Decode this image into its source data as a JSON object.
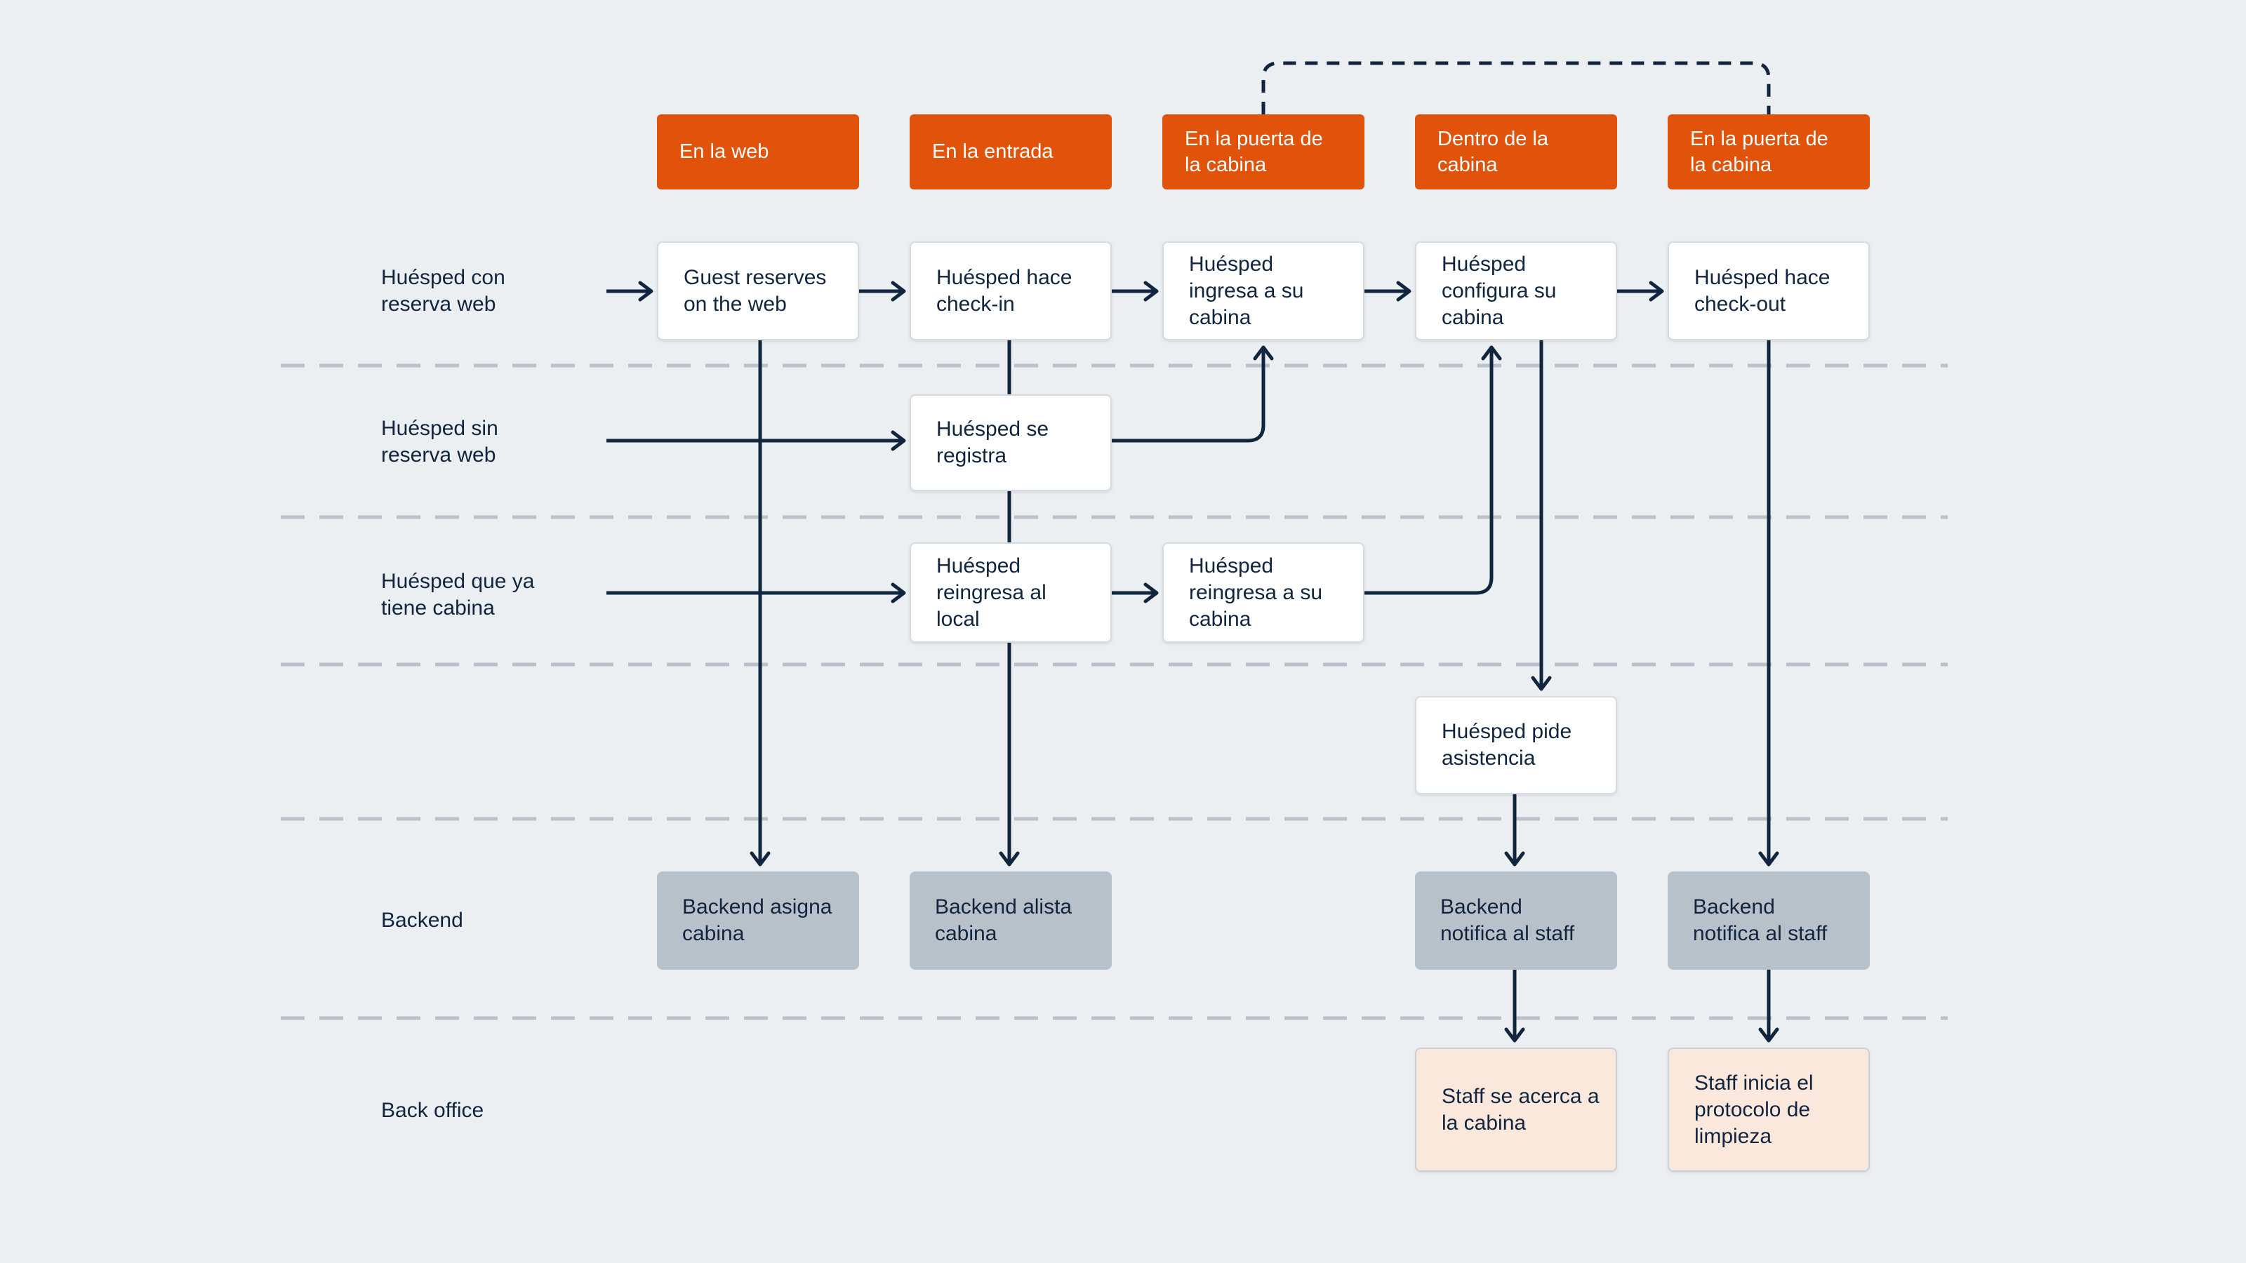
{
  "colors": {
    "background": "#ECEFF1",
    "accent_orange": "#E1530A",
    "navy": "#11253F",
    "backend_gray": "#B8C0C9",
    "backoffice_peach": "#FBE8DC",
    "box_border": "#D6DBE0",
    "backoffice_border": "#C9D0D8",
    "separator_gray": "#BAC1CA",
    "box_white": "#FFFFFF"
  },
  "stage_headers": [
    {
      "label": "En la web"
    },
    {
      "label": "En la entrada"
    },
    {
      "label": "En la puerta de\nla cabina"
    },
    {
      "label": "Dentro de la\ncabina"
    },
    {
      "label": "En la puerta de\nla cabina"
    }
  ],
  "lanes": [
    {
      "label": "Huésped con\nreserva web"
    },
    {
      "label": "Huésped sin\nreserva web"
    },
    {
      "label": "Huésped que ya\ntiene cabina"
    },
    {
      "label": "Backend"
    },
    {
      "label": "Back office"
    }
  ],
  "nodes": {
    "guest_reserves": {
      "label": "Guest reserves\non the web"
    },
    "checkin": {
      "label": "Huésped hace\ncheck-in"
    },
    "ingresa": {
      "label": "Huésped\ningresa a su\ncabina"
    },
    "configura": {
      "label": "Huésped\nconfigura su\ncabina"
    },
    "checkout": {
      "label": "Huésped hace\ncheck-out"
    },
    "se_registra": {
      "label": "Huésped se\nregistra"
    },
    "reingresa_local": {
      "label": "Huésped\nreingresa al\nlocal"
    },
    "reingresa_cabina": {
      "label": "Huésped\nreingresa a su\ncabina"
    },
    "pide_asistencia": {
      "label": "Huésped pide\nasistencia"
    },
    "backend_asigna": {
      "label": "Backend asigna\ncabina"
    },
    "backend_alista": {
      "label": "Backend alista\ncabina"
    },
    "backend_notifica_1": {
      "label": "Backend\nnotifica al staff"
    },
    "backend_notifica_2": {
      "label": "Backend\nnotifica al staff"
    },
    "staff_acerca": {
      "label": "Staff se acerca a\nla cabina"
    },
    "staff_limpieza": {
      "label": "Staff inicia el\nprotocolo de\nlimpieza"
    }
  }
}
